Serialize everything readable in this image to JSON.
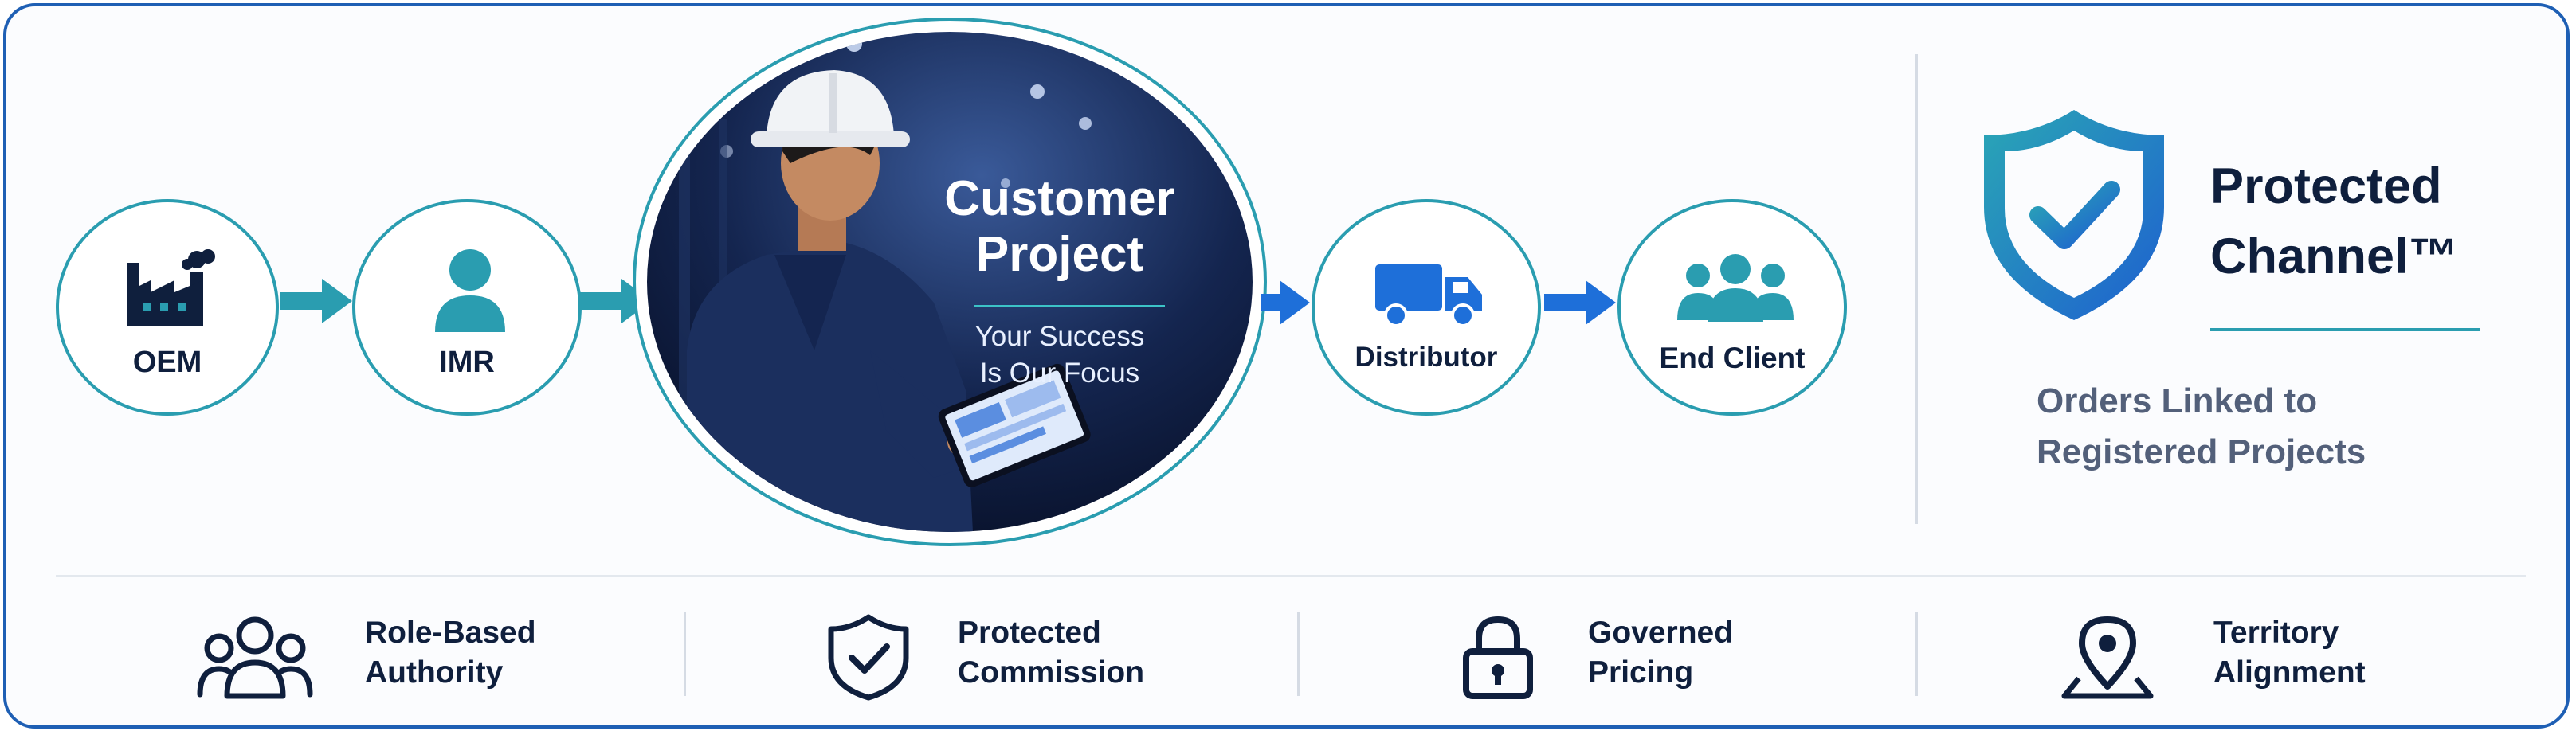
{
  "colors": {
    "navy": "#0f1f3d",
    "teal": "#2a9db0",
    "blue": "#1e6fd9",
    "frame": "#1e5fb4"
  },
  "flow": {
    "nodes": [
      {
        "label": "OEM",
        "icon": "factory-icon"
      },
      {
        "label": "IMR",
        "icon": "person-icon"
      },
      {
        "label": "Distributor",
        "icon": "truck-icon"
      },
      {
        "label": "End Client",
        "icon": "group-icon"
      }
    ],
    "center": {
      "title_line1": "Customer",
      "title_line2": "Project",
      "subtitle_line1": "Your Success",
      "subtitle_line2": "Is Our Focus",
      "image": "worker-with-tablet-photo"
    }
  },
  "side_panel": {
    "icon": "shield-check-icon",
    "title_line1": "Protected",
    "title_line2": "Channel™",
    "subtitle_line1": "Orders Linked to",
    "subtitle_line2": "Registered Projects"
  },
  "features": [
    {
      "line1": "Role-Based",
      "line2": "Authority",
      "icon": "users-icon"
    },
    {
      "line1": "Protected",
      "line2": "Commission",
      "icon": "shield-check-icon"
    },
    {
      "line1": "Governed",
      "line2": "Pricing",
      "icon": "lock-icon"
    },
    {
      "line1": "Territory",
      "line2": "Alignment",
      "icon": "map-pin-icon"
    }
  ]
}
